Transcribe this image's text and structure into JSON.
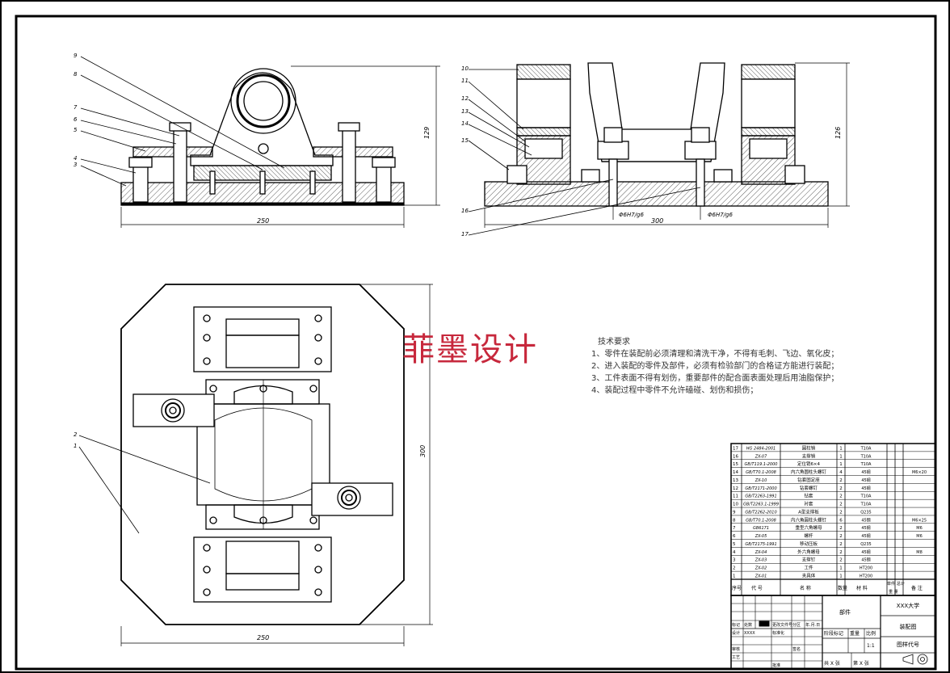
{
  "watermark": "菲墨设计",
  "tech_notes": {
    "title": "技术要求",
    "items": [
      "1、零件在装配前必须清理和清洗干净，不得有毛刺、飞边、氧化皮；",
      "2、进入装配的零件及部件，必须有检验部门的合格证方能进行装配；",
      "3、工件表面不得有划伤，重要部件的配合面表面处理后用油脂保护；",
      "4、装配过程中零件不允许磕碰、划伤和损伤；"
    ]
  },
  "dimensions": {
    "front_width": "250",
    "front_height": "129",
    "side_width": "300",
    "side_height": "126",
    "fit_left": "Φ6H7/g6",
    "fit_right": "Φ6H7/g6",
    "plan_width": "250",
    "plan_height": "300"
  },
  "balloons": {
    "front": [
      "9",
      "8",
      "7",
      "6",
      "5",
      "4",
      "3"
    ],
    "side": [
      "10",
      "11",
      "12",
      "13",
      "14",
      "15",
      "16",
      "17"
    ],
    "plan": [
      "2",
      "1"
    ]
  },
  "bom": {
    "rows": [
      {
        "no": "17",
        "code": "HG 2484-2001",
        "name": "圆柱销",
        "qty": "1",
        "mat": "T10A",
        "note": ""
      },
      {
        "no": "16",
        "code": "ZX-07",
        "name": "支撑销",
        "qty": "1",
        "mat": "T10A",
        "note": ""
      },
      {
        "no": "15",
        "code": "GB/T119.1-2000",
        "name": "定位销6×4",
        "qty": "1",
        "mat": "T10A",
        "note": ""
      },
      {
        "no": "14",
        "code": "GB/T70.1-2008",
        "name": "内六角圆柱头螺钉",
        "qty": "4",
        "mat": "45钢",
        "note": "M6×20"
      },
      {
        "no": "13",
        "code": "ZX-10",
        "name": "钻套固定座",
        "qty": "2",
        "mat": "45钢",
        "note": ""
      },
      {
        "no": "12",
        "code": "GB/T2171-2000",
        "name": "钻套螺钉",
        "qty": "2",
        "mat": "45钢",
        "note": ""
      },
      {
        "no": "11",
        "code": "GB/T2263-1991",
        "name": "钻套",
        "qty": "2",
        "mat": "T10A",
        "note": ""
      },
      {
        "no": "10",
        "code": "GB/T2263.1-1999",
        "name": "衬套",
        "qty": "2",
        "mat": "T10A",
        "note": ""
      },
      {
        "no": "9",
        "code": "GB/T2262-2010",
        "name": "A型支撑板",
        "qty": "2",
        "mat": "Q235",
        "note": ""
      },
      {
        "no": "8",
        "code": "GB/T70.1-2008",
        "name": "内六角圆柱头螺钉",
        "qty": "6",
        "mat": "45钢",
        "note": "M6×25"
      },
      {
        "no": "7",
        "code": "GB6171",
        "name": "重型六角螺母",
        "qty": "2",
        "mat": "45钢",
        "note": "M6"
      },
      {
        "no": "6",
        "code": "ZX-05",
        "name": "螺杆",
        "qty": "2",
        "mat": "45钢",
        "note": "M6"
      },
      {
        "no": "5",
        "code": "GB/T2175-1991",
        "name": "移动压板",
        "qty": "2",
        "mat": "Q235",
        "note": ""
      },
      {
        "no": "4",
        "code": "ZX-04",
        "name": "外六角螺母",
        "qty": "2",
        "mat": "45钢",
        "note": "M8"
      },
      {
        "no": "3",
        "code": "ZX-03",
        "name": "支撑钉",
        "qty": "2",
        "mat": "45钢",
        "note": ""
      },
      {
        "no": "2",
        "code": "ZX-02",
        "name": "工件",
        "qty": "1",
        "mat": "HT200",
        "note": ""
      },
      {
        "no": "1",
        "code": "ZX-01",
        "name": "夹具体",
        "qty": "1",
        "mat": "HT200",
        "note": ""
      }
    ],
    "header": {
      "no": "序号",
      "code": "代 号",
      "name": "名 称",
      "qty": "数量",
      "mat": "材 料",
      "single": "单件",
      "total": "总计",
      "weight": "重 量",
      "note": "备 注"
    }
  },
  "title_block": {
    "part_name": "部件",
    "school": "XXX大学",
    "drawing_type": "装配图",
    "drawing_no": "图样代号",
    "stage_mark": "阶段标记",
    "weight": "重量",
    "scale_label": "比例",
    "scale": "1:1",
    "sheets": "共 X 张",
    "sheet_no": "第 X 张",
    "rev_labels": [
      "标记",
      "处数",
      "分区",
      "更改文件号",
      "签名",
      "年.月.日"
    ],
    "design": "设计",
    "designer": "XXXX",
    "std": "标准化",
    "check": "审核",
    "process": "工艺",
    "approve": "批准"
  }
}
